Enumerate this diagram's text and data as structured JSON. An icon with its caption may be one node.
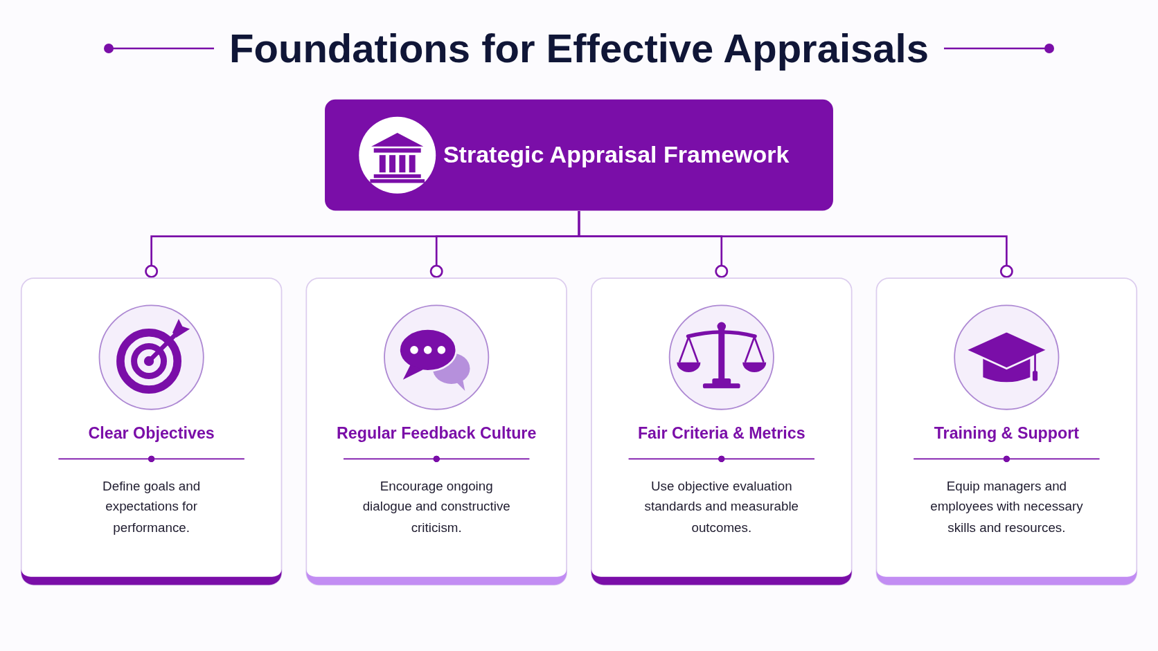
{
  "diagram": {
    "title": "Foundations for Effective Appraisals",
    "nodes": [
      {
        "text": [
          "Strategic Appraisal Framework"
        ]
      },
      {
        "text": [
          "Clear Objectives",
          "Define goals and expectations for performance."
        ]
      },
      {
        "text": [
          "Regular Feedback Culture",
          "Encourage ongoing dialogue and constructive criticism."
        ]
      },
      {
        "text": [
          "Fair Criteria & Metrics",
          "Use objective evaluation standards and measurable outcomes."
        ]
      },
      {
        "text": [
          "Training & Support",
          "Equip managers and employees with necessary skills and resources."
        ]
      }
    ],
    "edges": [
      {
        "from": 0,
        "to": 1,
        "arrow": "other"
      },
      {
        "from": 0,
        "to": 2,
        "arrow": "other"
      },
      {
        "from": 0,
        "to": 3,
        "arrow": "other"
      },
      {
        "from": 0,
        "to": 4,
        "arrow": "other"
      }
    ]
  }
}
